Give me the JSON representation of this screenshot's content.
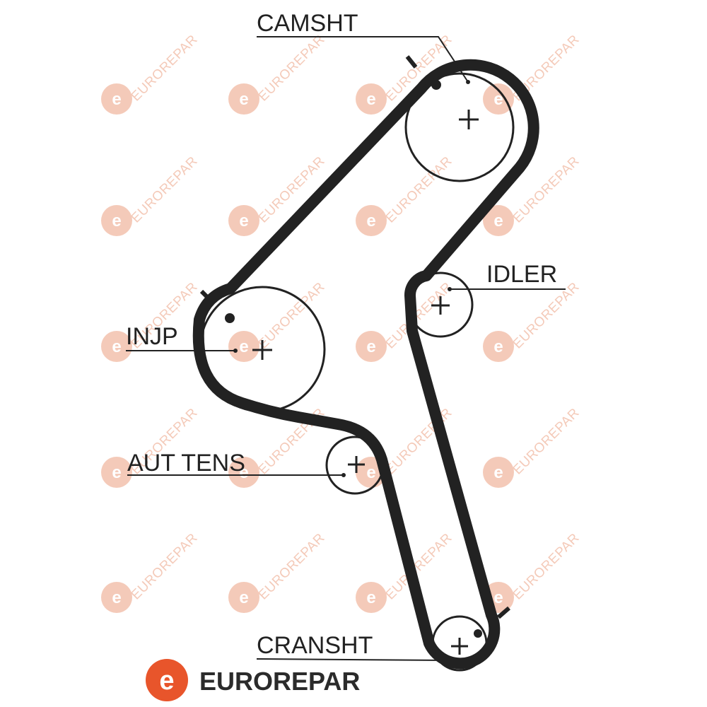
{
  "labels": {
    "camshaft": "CAMSHT",
    "idler": "IDLER",
    "injection_pump": "INJP",
    "auto_tensioner": "AUT TENS",
    "crankshaft": "CRANSHT"
  },
  "brand": {
    "name": "EUROREPAR",
    "logo_letter": "e",
    "watermark_text": "EUROREPAR"
  },
  "colors": {
    "belt": "#222222",
    "line": "#222222",
    "brand_orange": "#e8552b",
    "watermark": "#f1b9a2"
  }
}
